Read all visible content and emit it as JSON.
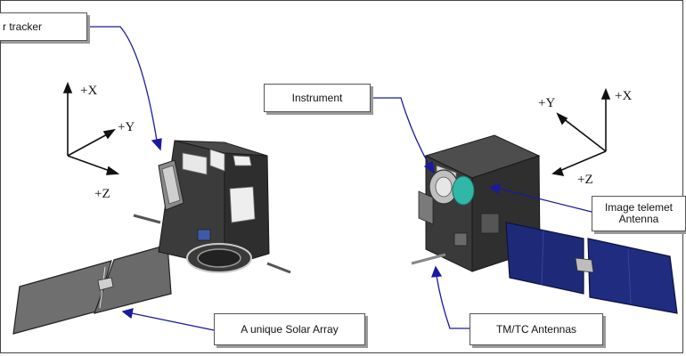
{
  "callouts": {
    "star_tracker": "r tracker",
    "instrument": "Instrument",
    "image_telemetry_antenna": "Image telemet\nAntenna",
    "solar_array": "A unique Solar Array",
    "tmtc_antennas": "TM/TC Antennas"
  },
  "left_axes": {
    "x": "+X",
    "y": "+Y",
    "z": "+Z"
  },
  "right_axes": {
    "x": "+X",
    "y": "+Y",
    "z": "+Z"
  },
  "colors": {
    "callout_line": "#1a1aa0",
    "body_dark": "#3a3a3a",
    "body_mid": "#5a5a5a",
    "panel_gray": "#7a7a7a",
    "solar_blue": "#1e2a78",
    "lens_teal": "#2fb8a8"
  }
}
